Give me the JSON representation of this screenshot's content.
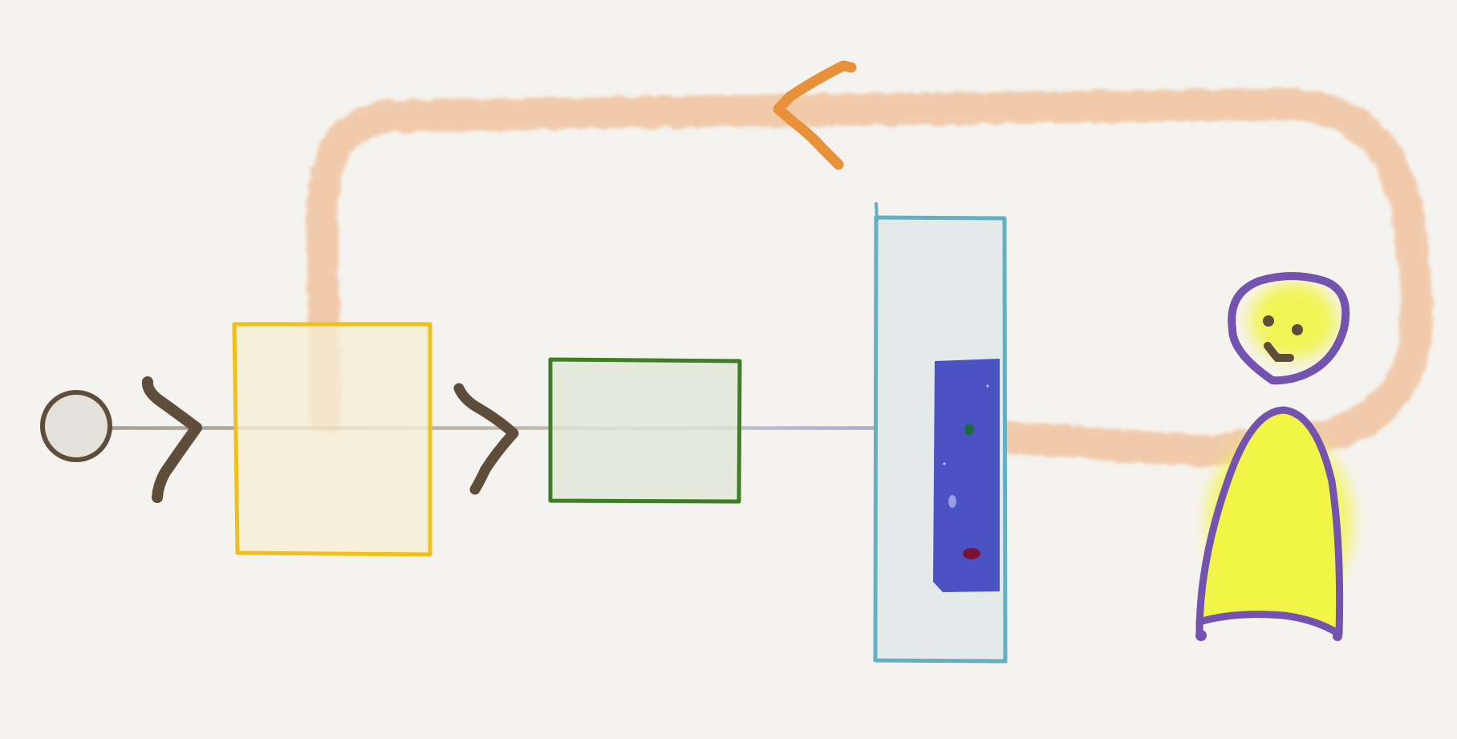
{
  "diagram": {
    "background": "#f5f3ef",
    "colors": {
      "loop_stroke": "#efb98f",
      "loop_arrow": "#e8913a",
      "flow_brown": "#6b5a45",
      "flow_blue": "#5c6fa8",
      "chevron": "#5e4d3a",
      "start_fill": "#e4e1db",
      "start_stroke": "#5e4d3a",
      "yellow_box_fill": "#f6eed4",
      "yellow_box_stroke": "#f0bf18",
      "green_box_fill": "#dfe6d6",
      "green_box_stroke": "#3f7f24",
      "panel_fill": "#e4e9ea",
      "panel_stroke": "#62b0c6",
      "screen_fill": "#4b52c4",
      "dot_green": "#1d6b3a",
      "dot_light": "#9aa0e6",
      "dot_red": "#7a1233",
      "person_stroke": "#7352b0",
      "person_fill": "#f2f545",
      "face_features": "#5e4d3a"
    },
    "nodes": [
      {
        "id": "start",
        "kind": "circle"
      },
      {
        "id": "process-1",
        "kind": "box",
        "color": "yellow"
      },
      {
        "id": "process-2",
        "kind": "box",
        "color": "green"
      },
      {
        "id": "device",
        "kind": "panel-with-screen"
      },
      {
        "id": "user",
        "kind": "person"
      }
    ],
    "edges": [
      {
        "from": "start",
        "to": "process-1",
        "style": "brown-brush",
        "arrow": "chevron-right"
      },
      {
        "from": "process-1",
        "to": "process-2",
        "style": "brown-brush",
        "arrow": "chevron-right"
      },
      {
        "from": "process-2",
        "to": "device",
        "style": "blue-brush"
      },
      {
        "from": "device",
        "to": "user",
        "style": "peach-brush"
      },
      {
        "from": "user",
        "to": "process-1",
        "style": "peach-brush-loop",
        "arrow": "chevron-left"
      }
    ]
  }
}
